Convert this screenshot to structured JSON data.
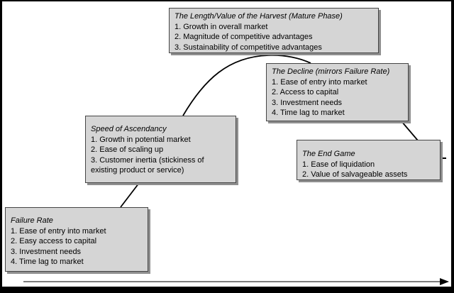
{
  "boxes": {
    "harvest": {
      "title": "The Length/Value of the Harvest (Mature Phase)",
      "items": [
        "1. Growth in overall market",
        "2. Magnitude of competitive advantages",
        "3. Sustainability of competitive advantages"
      ]
    },
    "decline": {
      "title": "The Decline (mirrors Failure Rate)",
      "items": [
        "1. Ease of entry into market",
        "2. Access to capital",
        "3. Investment needs",
        "4. Time lag to market"
      ]
    },
    "ascendancy": {
      "title": "Speed of Ascendancy",
      "items": [
        "1. Growth in potential market",
        "2. Ease of scaling up",
        "3. Customer inertia (stickiness of existing product or service)"
      ]
    },
    "endgame": {
      "title": "The End Game",
      "items": [
        "1. Ease of liquidation",
        "2. Value of salvageable assets"
      ]
    },
    "failure": {
      "title": "Failure Rate",
      "items": [
        "1. Ease of entry into market",
        "2. Easy access to capital",
        "3. Investment needs",
        "4. Time lag to market"
      ]
    }
  },
  "colors": {
    "box_fill": "#d5d5d5",
    "box_border": "#454545",
    "box_shadow": "#8f8f8f",
    "connector_line": "#000000",
    "axis_line": "#7d7d7d",
    "frame": "#000000",
    "background": "#ffffff"
  }
}
